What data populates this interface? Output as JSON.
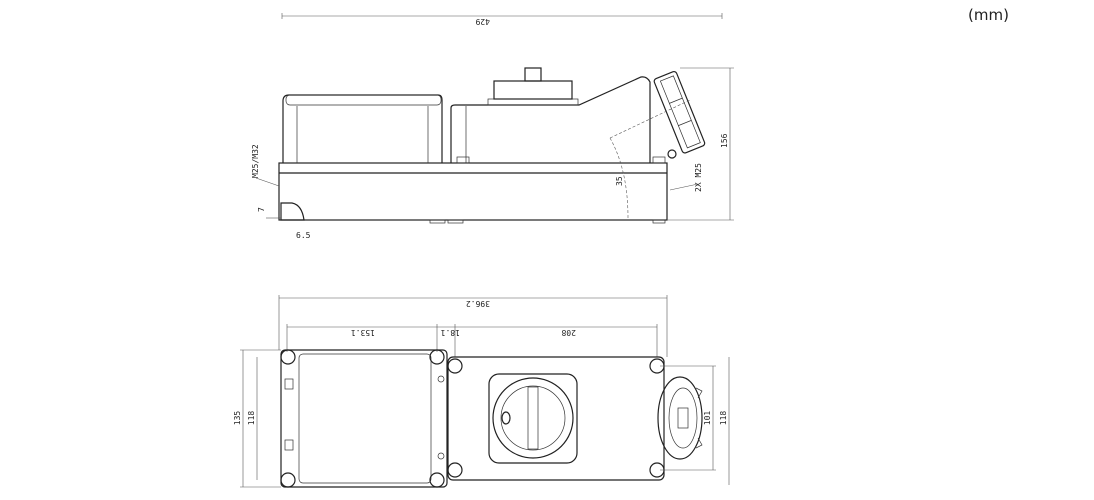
{
  "units": "(mm)",
  "side_view": {
    "overall_length": "429",
    "height": "156",
    "left_cable_entry": "M25/M32",
    "right_cable_entry": "2X M25",
    "angle": "35",
    "small_dim_a": "7",
    "small_dim_b": "6.5"
  },
  "top_view": {
    "overall_length": "396.2",
    "left_box_width": "153.1",
    "gap": "18.1",
    "right_box_width": "208",
    "left_outer_height": "135",
    "left_inner_height": "118",
    "socket_inner_height": "101",
    "socket_outer_height": "118"
  }
}
